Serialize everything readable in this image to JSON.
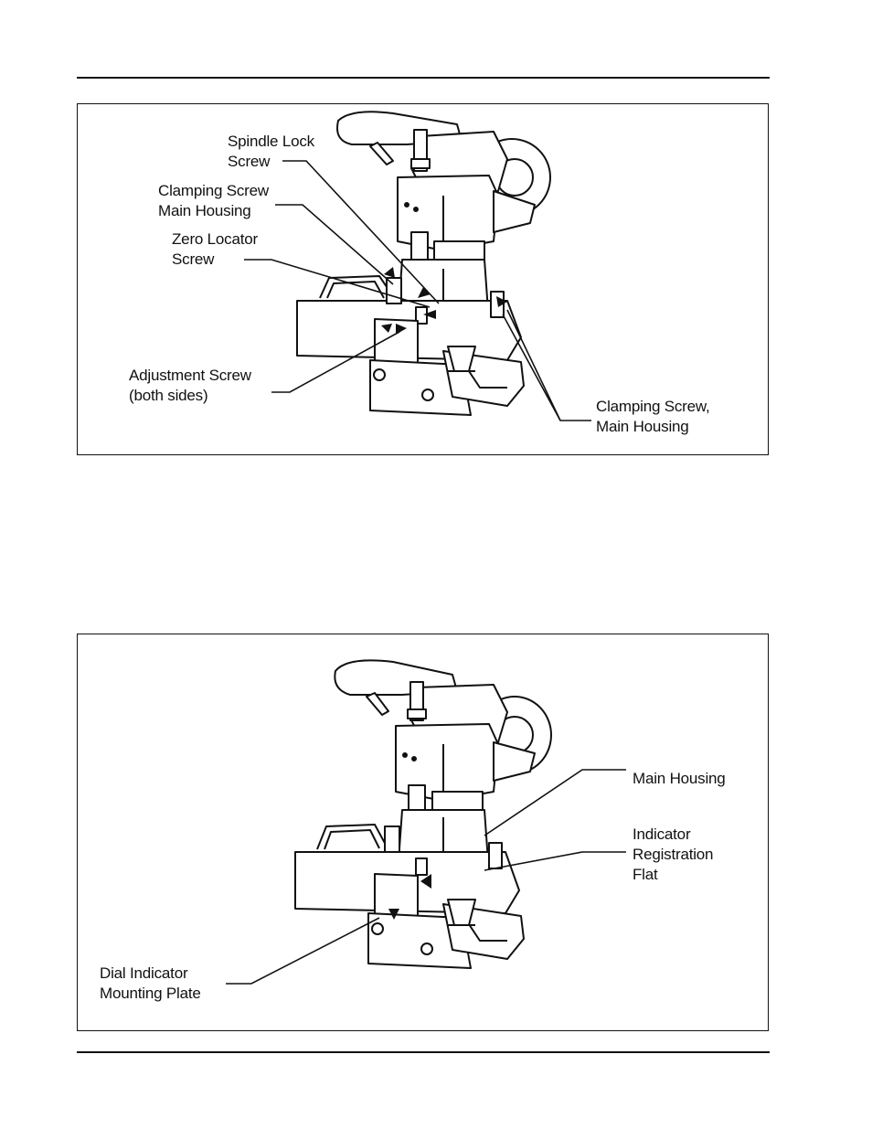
{
  "figure1": {
    "labels": {
      "spindle_lock": [
        "Spindle Lock",
        "Screw"
      ],
      "clamp_main_left": [
        "Clamping Screw",
        "Main Housing"
      ],
      "zero_locator": [
        "Zero Locator",
        "Screw"
      ],
      "adjustment": [
        "Adjustment Screw",
        "(both sides)"
      ],
      "clamp_main_right": [
        "Clamping Screw,",
        "Main Housing"
      ]
    }
  },
  "figure2": {
    "labels": {
      "main_housing": [
        "Main Housing"
      ],
      "indicator_flat": [
        "Indicator",
        "Registration",
        "Flat"
      ],
      "dial_plate": [
        "Dial Indicator",
        "Mounting Plate"
      ]
    }
  }
}
